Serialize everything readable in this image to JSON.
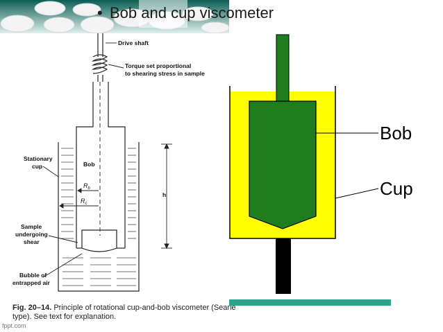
{
  "slide": {
    "bullet": "•",
    "title": "Bob and cup viscometer",
    "footer": "fppt.com"
  },
  "left_figure": {
    "labels": {
      "drive_shaft": "Drive shaft",
      "torque_line1": "Torque set proportional",
      "torque_line2": "to shearing stress in sample",
      "stationary_cup_line1": "Stationary",
      "stationary_cup_line2": "cup",
      "bob": "Bob",
      "rb": "R",
      "rb_sub": "b",
      "rc": "R",
      "rc_sub": "c",
      "h": "h",
      "sample_line1": "Sample",
      "sample_line2": "undergoing",
      "sample_line3": "shear",
      "bubble_line1": "Bubble of",
      "bubble_line2": "entrapped air"
    },
    "caption": {
      "fig_no": "Fig. 20–14.",
      "text": "Principle of rotational cup-and-bob viscometer (Searle type). See text for explanation."
    }
  },
  "right_figure": {
    "labels": {
      "bob": "Bob",
      "cup": "Cup"
    },
    "colors": {
      "bob": "#1e7d1e",
      "fluid": "#ffff00",
      "stand": "#000000",
      "accent_bar": "#2aa58a"
    }
  },
  "banner": {
    "colors": {
      "top": "#0a5a52",
      "pills": "#f4f4f4"
    }
  }
}
